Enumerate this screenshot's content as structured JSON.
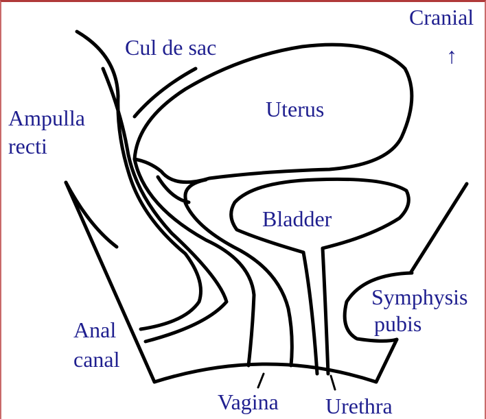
{
  "labels": {
    "cranial": "Cranial",
    "cranial_arrow": "↑",
    "cul_de_sac": "Cul de sac",
    "ampulla_line1": "Ampulla",
    "ampulla_line2": "recti",
    "uterus": "Uterus",
    "bladder": "Bladder",
    "symphysis_line1": "Symphysis",
    "symphysis_line2": "pubis",
    "anal_line1": "Anal",
    "anal_line2": "canal",
    "vagina": "Vagina",
    "urethra": "Urethra"
  },
  "colors": {
    "label": "#1f1f8f",
    "lines": "#000000",
    "frame_top": "#b03a3a"
  }
}
